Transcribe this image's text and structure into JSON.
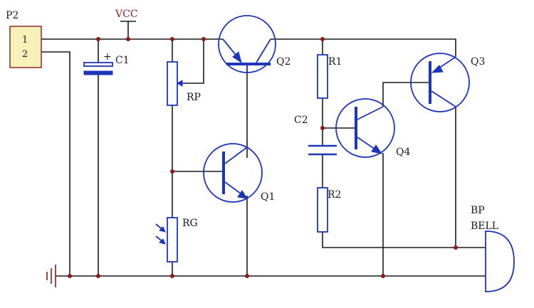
{
  "connector": {
    "name": "P2",
    "pin1": "1",
    "pin2": "2"
  },
  "supply": {
    "label": "VCC"
  },
  "capacitor1": {
    "label": "C1",
    "polarity": "+"
  },
  "capacitor2": {
    "label": "C2"
  },
  "pot": {
    "label": "RP"
  },
  "ldr": {
    "label": "RG"
  },
  "resistor1": {
    "label": "R1"
  },
  "resistor2": {
    "label": "R2"
  },
  "transistors": {
    "q1": "Q1",
    "q2": "Q2",
    "q3": "Q3",
    "q4": "Q4"
  },
  "buzzer": {
    "ref": "BP",
    "name": "BELL"
  },
  "colors": {
    "component": "#1f35b8",
    "wire": "#1a1a1a",
    "junction": "#8b1a1a",
    "connector_fill": "#f7f0b8"
  }
}
